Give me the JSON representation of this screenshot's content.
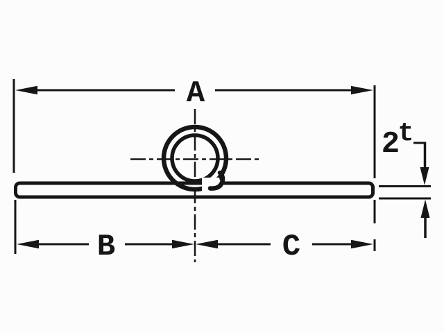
{
  "diagram": {
    "description": "Cross-section drawing of a flat strip with a curled loop hinge knuckle, dimensioned A (overall width), B (left leaf length to center), C (right leaf length from center), and strip thickness 2t",
    "labels": {
      "dim_a": "A",
      "dim_b": "B",
      "dim_c": "C",
      "thickness_coeff": "2",
      "thickness_symbol": "t"
    }
  },
  "colors": {
    "ink": "#161616",
    "background": "#fcfcfc"
  }
}
